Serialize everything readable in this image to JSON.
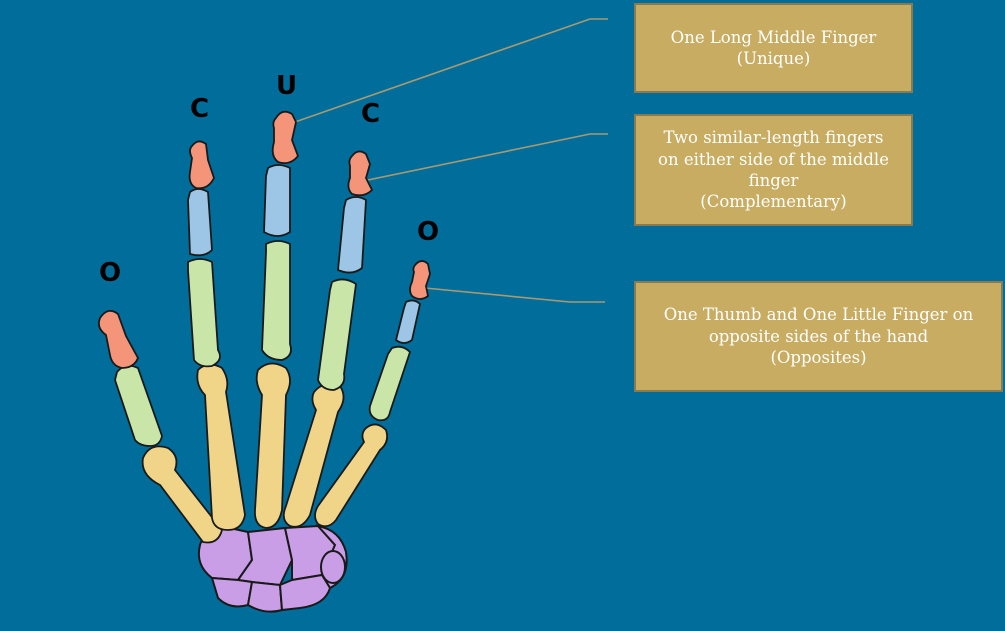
{
  "labels": {
    "thumb": "O",
    "index": "C",
    "middle": "U",
    "ring": "C",
    "little": "O"
  },
  "callouts": {
    "unique": {
      "line1": "One Long Middle Finger",
      "line2": "(Unique)"
    },
    "complementary": {
      "line1": "Two similar-length fingers",
      "line2": "on either side of the middle",
      "line3": "finger",
      "line4": "(Complementary)"
    },
    "opposites": {
      "line1": "One Thumb and One Little Finger on",
      "line2": "opposite sides of the hand",
      "line3": "(Opposites)"
    }
  },
  "colors": {
    "background": "#006d9a",
    "callout_fill": "#c8ac62",
    "distal_phalanx": "#f4957a",
    "middle_phalanx": "#9cc5e6",
    "proximal_phalanx": "#c9e6a8",
    "metacarpal": "#f0d488",
    "carpal": "#c99ee6"
  }
}
